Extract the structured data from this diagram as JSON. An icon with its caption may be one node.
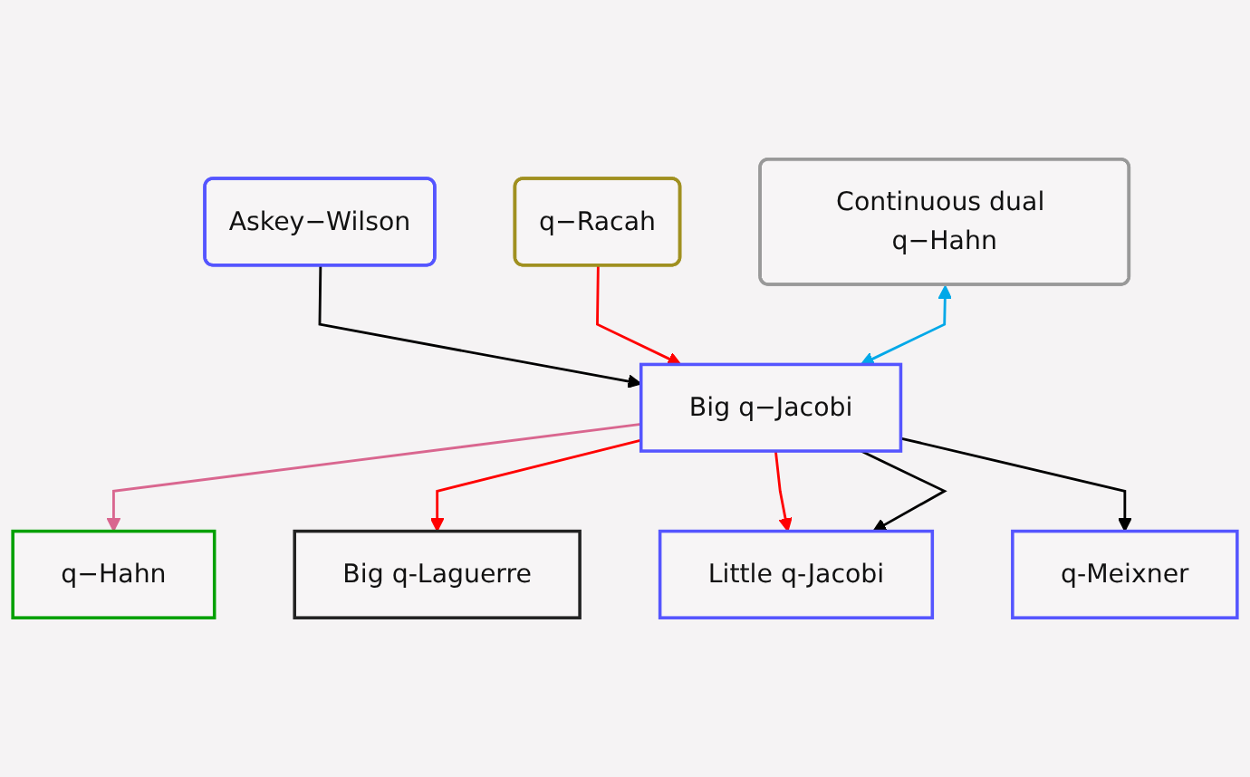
{
  "diagram": {
    "nodes": [
      {
        "text": [
          "Askey−Wilson"
        ]
      },
      {
        "text": [
          "q−Racah"
        ]
      },
      {
        "text": [
          "Continuous dual q−Hahn"
        ]
      },
      {
        "text": [
          "Big q−Jacobi"
        ]
      },
      {
        "text": [
          "q−Hahn"
        ]
      },
      {
        "text": [
          "Big q-Laguerre"
        ]
      },
      {
        "text": [
          "Little q-Jacobi"
        ]
      },
      {
        "text": [
          "q-Meixner"
        ]
      }
    ],
    "edges": [
      {
        "from": 0,
        "to": 3,
        "arrow": "to"
      },
      {
        "from": 1,
        "to": 3,
        "arrow": "to",
        "color": "#ff0000"
      },
      {
        "from": 2,
        "to": 3,
        "arrow": "both",
        "color": "#00a8e8"
      },
      {
        "from": 3,
        "to": 4,
        "arrow": "to",
        "color": "#d9668f"
      },
      {
        "from": 3,
        "to": 5,
        "arrow": "to",
        "color": "#ff0000"
      },
      {
        "from": 3,
        "to": 6,
        "arrow": "to",
        "color": "#ff0000"
      },
      {
        "from": 3,
        "to": 6,
        "arrow": "to"
      },
      {
        "from": 3,
        "to": 7,
        "arrow": "to"
      }
    ]
  }
}
